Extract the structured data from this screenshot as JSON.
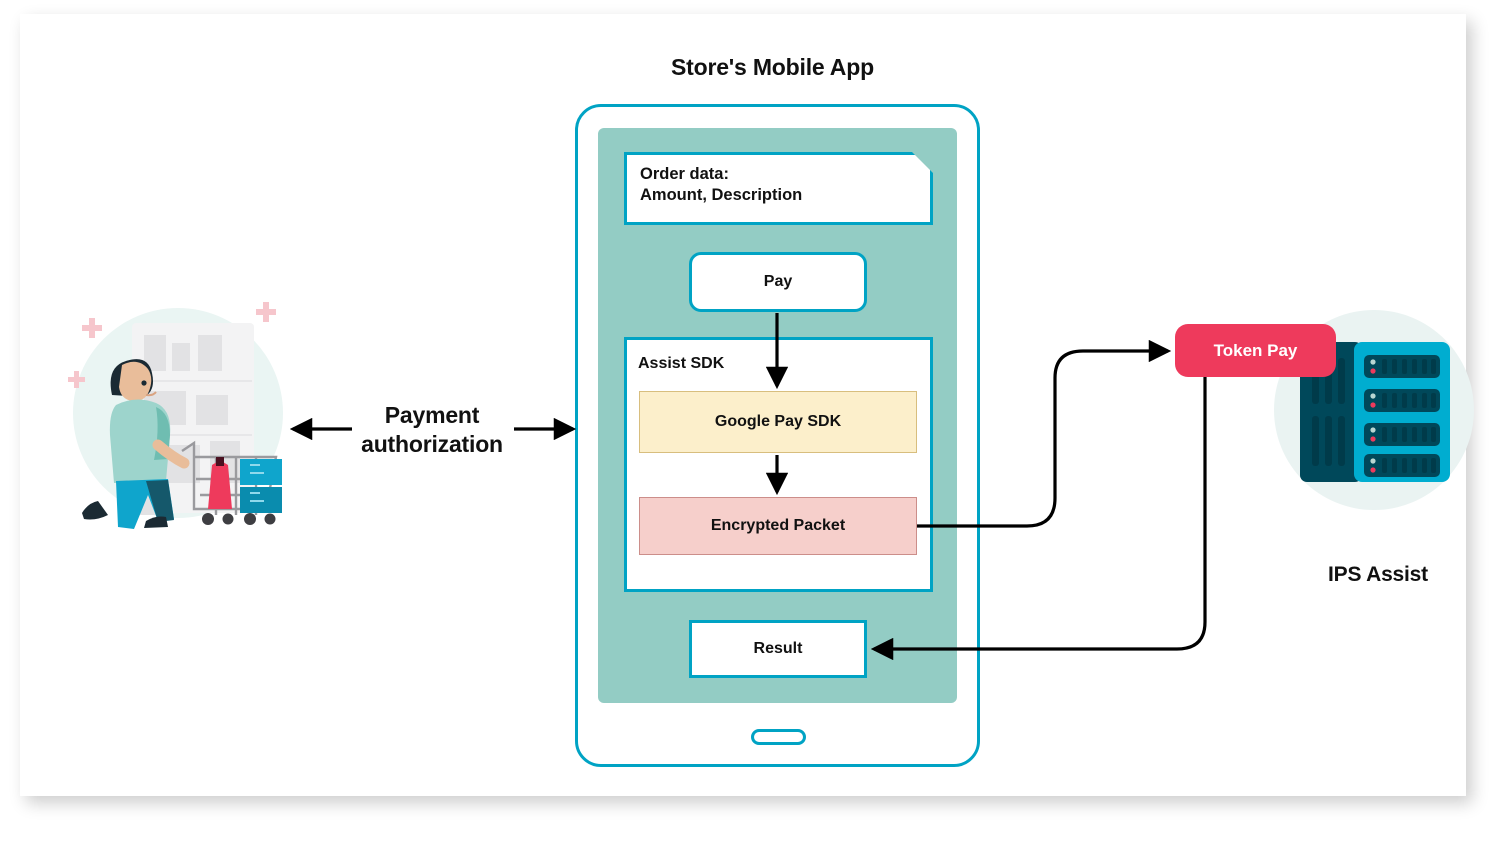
{
  "page": {
    "title": "Store's Mobile App",
    "accent_cyan": "#00A3C4",
    "screen_teal": "#93CCC4",
    "accent_pink": "#EE3A5C",
    "gpay_fill": "#FCEFCB",
    "packet_fill": "#F6CFCB"
  },
  "left": {
    "illustration_name": "shopper-with-cart-illustration",
    "flow_label": "Payment\nauthorization"
  },
  "phone": {
    "note": {
      "line1": "Order data:",
      "line2": "Amount, Description",
      "text": "Order data:\nAmount, Description"
    },
    "pay_button": "Pay",
    "sdk": {
      "label": "Assist SDK",
      "google_pay_box": "Google Pay SDK",
      "encrypted_packet_box": "Encrypted Packet"
    },
    "result_box": "Result"
  },
  "right": {
    "token_pay_badge": "Token Pay",
    "server_label": "IPS Assist",
    "illustration_name": "server-rack-illustration"
  },
  "connectors": [
    {
      "name": "user-to-phone-left",
      "direction": "left"
    },
    {
      "name": "user-to-phone-right",
      "direction": "right"
    },
    {
      "name": "pay-to-gpay",
      "direction": "down"
    },
    {
      "name": "gpay-to-packet",
      "direction": "down"
    },
    {
      "name": "packet-to-token-pay",
      "direction": "right"
    },
    {
      "name": "token-pay-to-result",
      "direction": "left"
    }
  ]
}
